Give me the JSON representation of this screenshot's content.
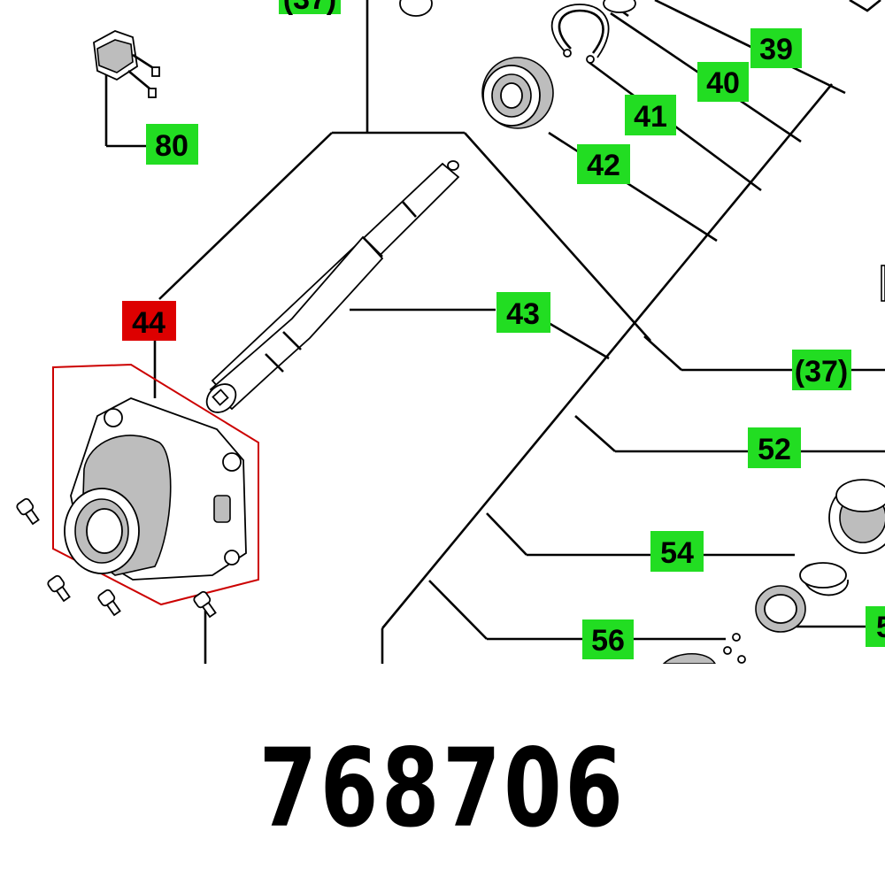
{
  "part_number": "768706",
  "colors": {
    "callout_bg": "#22dd22",
    "highlight_bg": "#dd0000",
    "highlight_outline": "#cc0000",
    "line": "#000000"
  },
  "callouts": {
    "c37_top": "(37)",
    "c39": "39",
    "c40": "40",
    "c41": "41",
    "c42": "42",
    "c80": "80",
    "c44": "44",
    "c43": "43",
    "c37": "(37)",
    "c52": "52",
    "c54": "54",
    "c56": "56",
    "c5x": "5"
  }
}
